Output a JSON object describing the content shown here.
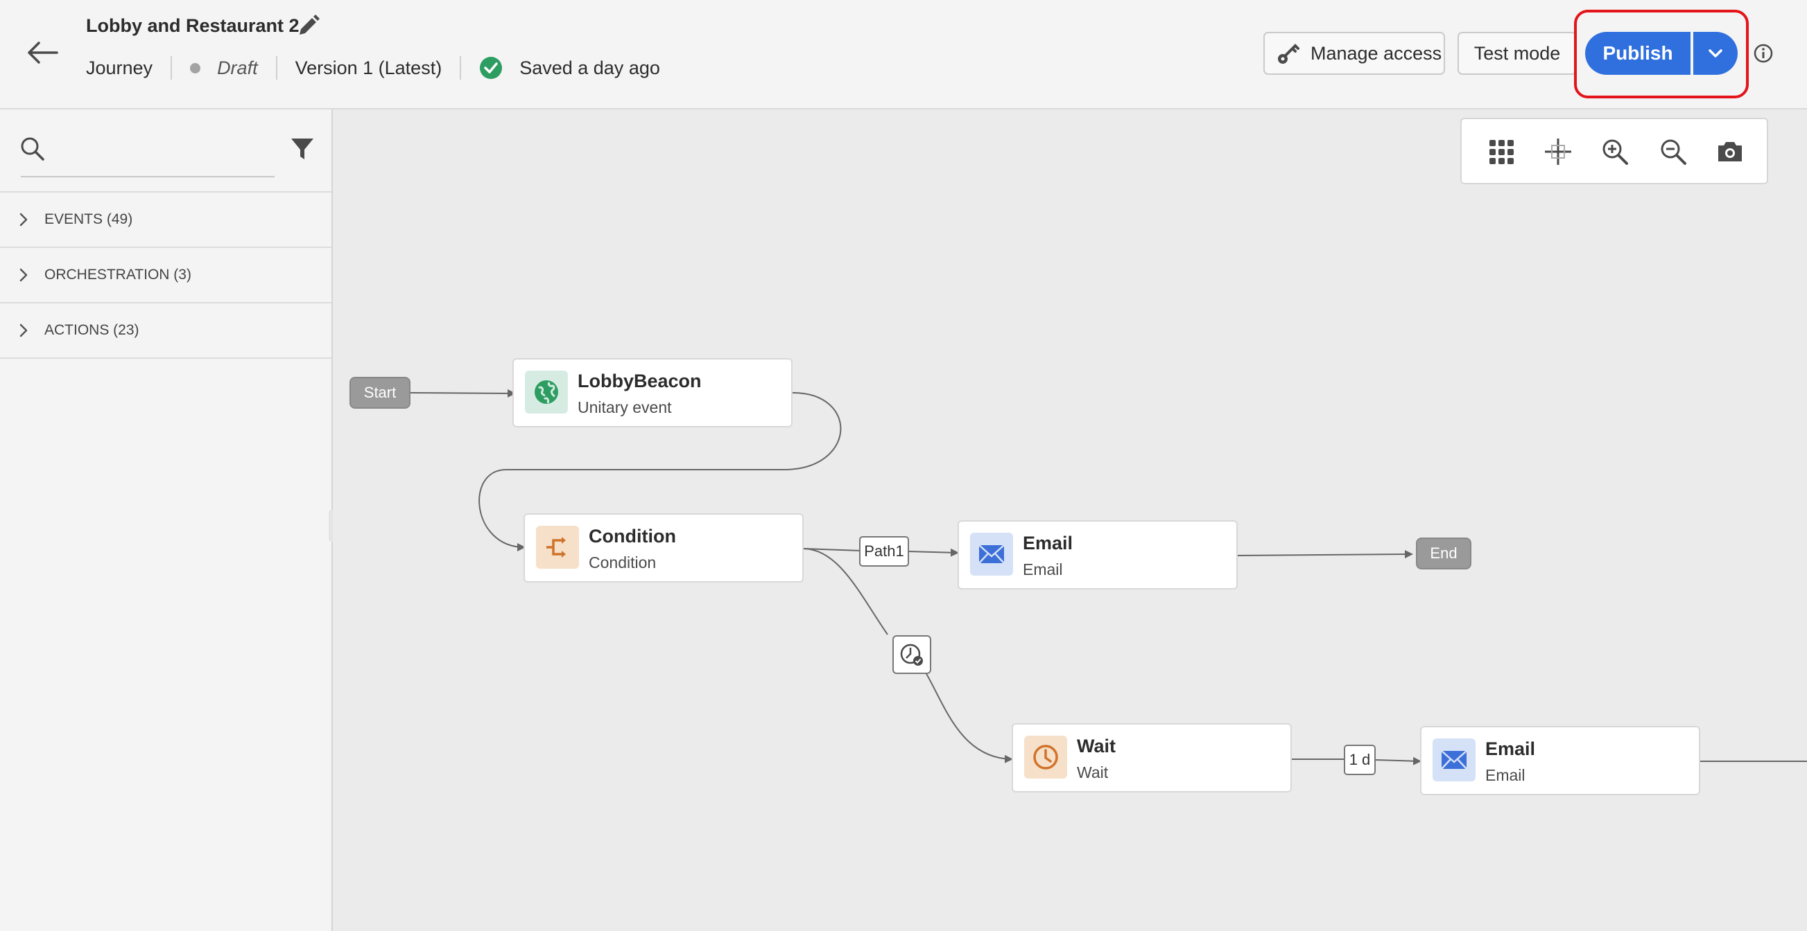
{
  "header": {
    "title": "Lobby and Restaurant 2",
    "type": "Journey",
    "status": "Draft",
    "version": "Version 1 (Latest)",
    "saved": "Saved a day ago",
    "manage_access": "Manage access",
    "test_mode": "Test mode",
    "publish": "Publish",
    "colors": {
      "publish": "#2f6fde",
      "highlight": "#e3141a",
      "saved_check": "#2d9d61"
    }
  },
  "sidebar": {
    "search": {
      "placeholder": "",
      "value": ""
    },
    "categories": [
      {
        "label": "EVENTS (49)"
      },
      {
        "label": "ORCHESTRATION (3)"
      },
      {
        "label": "ACTIONS (23)"
      }
    ]
  },
  "canvas": {
    "toolbar": [
      "grid-icon",
      "fit-icon",
      "zoom-in-icon",
      "zoom-out-icon",
      "camera-icon"
    ],
    "start": "Start",
    "end": "End",
    "nodes": [
      {
        "title": "LobbyBeacon",
        "subtitle": "Unitary event",
        "icon": "globe-icon"
      },
      {
        "title": "Condition",
        "subtitle": "Condition",
        "icon": "condition-icon"
      },
      {
        "title": "Email",
        "subtitle": "Email",
        "icon": "email-icon"
      },
      {
        "title": "Wait",
        "subtitle": "Wait",
        "icon": "clock-icon"
      },
      {
        "title": "Email",
        "subtitle": "Email",
        "icon": "email-icon"
      }
    ],
    "path_label": "Path1",
    "wait_label": "1 d"
  }
}
